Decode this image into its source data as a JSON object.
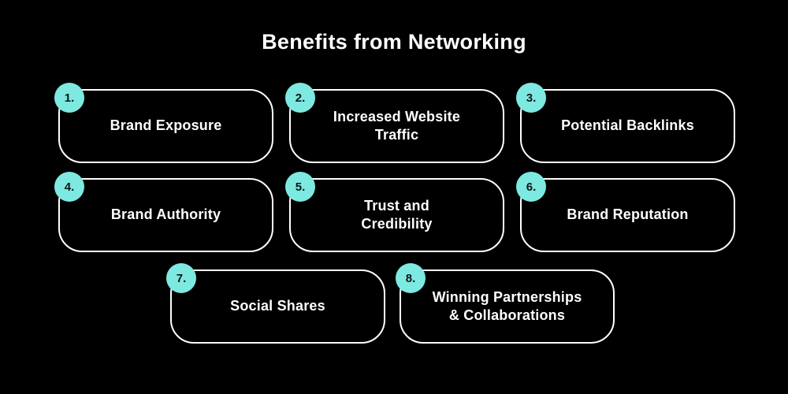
{
  "title": "Benefits from Networking",
  "colors": {
    "background": "#000000",
    "accent": "#7de9e1",
    "card_border": "#ffffff",
    "text": "#ffffff",
    "badge_number": "#101418"
  },
  "cards": [
    {
      "number": "1.",
      "label": "Brand Exposure"
    },
    {
      "number": "2.",
      "label": "Increased Website\nTraffic"
    },
    {
      "number": "3.",
      "label": "Potential Backlinks"
    },
    {
      "number": "4.",
      "label": "Brand Authority"
    },
    {
      "number": "5.",
      "label": "Trust and\nCredibility"
    },
    {
      "number": "6.",
      "label": "Brand Reputation"
    },
    {
      "number": "7.",
      "label": "Social Shares"
    },
    {
      "number": "8.",
      "label": "Winning Partnerships\n& Collaborations"
    }
  ]
}
